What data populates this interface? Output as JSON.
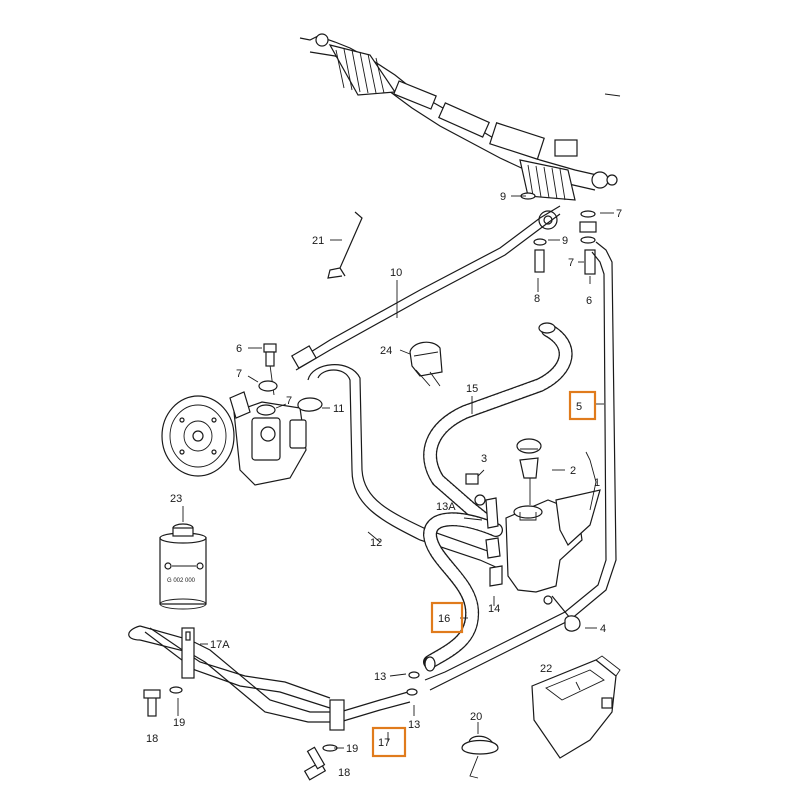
{
  "colors": {
    "highlight": "#e07b1c",
    "line": "#1a1a1a"
  },
  "labels": {
    "l1": "1",
    "l2": "2",
    "l3": "3",
    "l4": "4",
    "l5": "5",
    "l6a": "6",
    "l6b": "6",
    "l7a": "7",
    "l7b": "7",
    "l7c": "7",
    "l7d": "7",
    "l8": "8",
    "l9a": "9",
    "l9b": "9",
    "l10": "10",
    "l11": "11",
    "l12": "12",
    "l13a": "13A",
    "l13b": "13",
    "l13c": "13",
    "l14": "14",
    "l15": "15",
    "l16": "16",
    "l17": "17",
    "l17a": "17A",
    "l18a": "18",
    "l18b": "18",
    "l19a": "19",
    "l19b": "19",
    "l20": "20",
    "l21": "21",
    "l22": "22",
    "l23": "23",
    "l24": "24"
  },
  "can": {
    "code": "G 002 000"
  },
  "highlighted_labels": [
    "5",
    "16",
    "17"
  ]
}
